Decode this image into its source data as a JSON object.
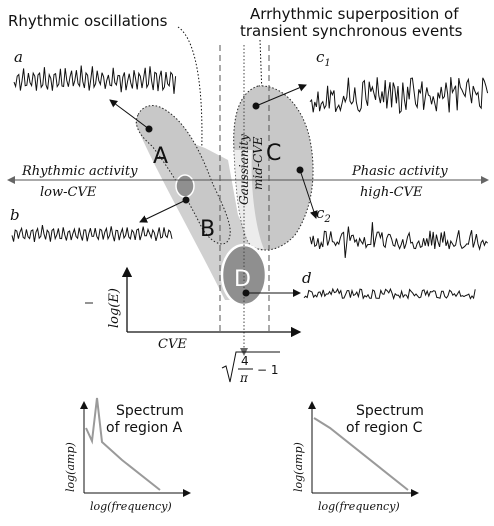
{
  "title_left": "Rhythmic oscillations",
  "title_right_line1": "Arrhythmic superposition of",
  "title_right_line2": "transient synchronous events",
  "labels": {
    "a": "a",
    "b": "b",
    "c1": "c",
    "c1_sub": "1",
    "c2": "c",
    "c2_sub": "2",
    "d": "d"
  },
  "regions": {
    "A": "A",
    "B": "B",
    "C": "C",
    "D": "D"
  },
  "rhythmic_activity": "Rhythmic activity",
  "low_cve": "low-CVE",
  "phasic_activity": "Phasic activity",
  "high_cve": "high-CVE",
  "gaussianity": "Gaussianity",
  "mid_cve": "mid-CVE",
  "axes": {
    "x_label": "CVE",
    "y_label": "log(E)",
    "threshold_num": "4",
    "threshold_den": "π",
    "threshold_minus": "− 1"
  },
  "spectrum_a": {
    "title_line1": "Spectrum",
    "title_line2": "of region A",
    "y_label": "log(amp)",
    "x_label": "log(frequency)"
  },
  "spectrum_c": {
    "title_line1": "Spectrum",
    "title_line2": "of region C",
    "y_label": "log(amp)",
    "x_label": "log(frequency)"
  },
  "colors": {
    "region_fill": "#c8c8c8",
    "region_dark": "#8c8c8c",
    "axis": "#111111",
    "spectrum_line": "#9a9a9a"
  }
}
